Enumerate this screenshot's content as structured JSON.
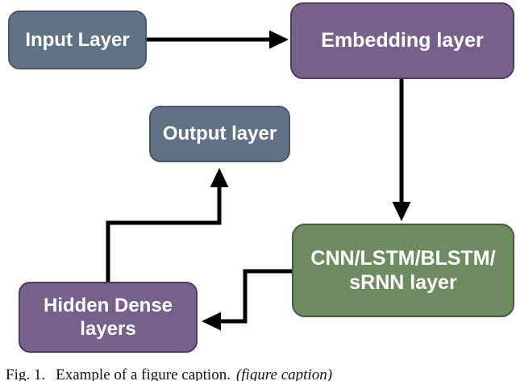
{
  "diagram": {
    "background_color": "#ffffff",
    "arrow_color": "#000000",
    "nodes": [
      {
        "id": "input-layer",
        "label": "Input Layer",
        "fill": "#617284",
        "border": "#47586a",
        "text_color": "#ffffff"
      },
      {
        "id": "embedding-layer",
        "label": "Embedding layer",
        "fill": "#77618b",
        "border": "#4d3b61",
        "text_color": "#ffffff"
      },
      {
        "id": "output-layer",
        "label": "Output layer",
        "fill": "#617284",
        "border": "#47586a",
        "text_color": "#ffffff"
      },
      {
        "id": "cnn-lstm-blstm-srnn-layer",
        "label": "CNN/LSTM/BLSTM/\nsRNN layer",
        "fill": "#6f8b62",
        "border": "#435d3b",
        "text_color": "#ffffff"
      },
      {
        "id": "hidden-dense-layers",
        "label": "Hidden Dense\nlayers",
        "fill": "#77618b",
        "border": "#4d3b61",
        "text_color": "#ffffff"
      }
    ],
    "connections": [
      {
        "from": "input-layer",
        "to": "embedding-layer"
      },
      {
        "from": "embedding-layer",
        "to": "cnn-lstm-blstm-srnn-layer"
      },
      {
        "from": "cnn-lstm-blstm-srnn-layer",
        "to": "hidden-dense-layers"
      },
      {
        "from": "hidden-dense-layers",
        "to": "output-layer"
      }
    ]
  },
  "caption": {
    "label": "Fig. 1.",
    "text": "Example of a figure caption.",
    "note": "(figure caption)"
  }
}
